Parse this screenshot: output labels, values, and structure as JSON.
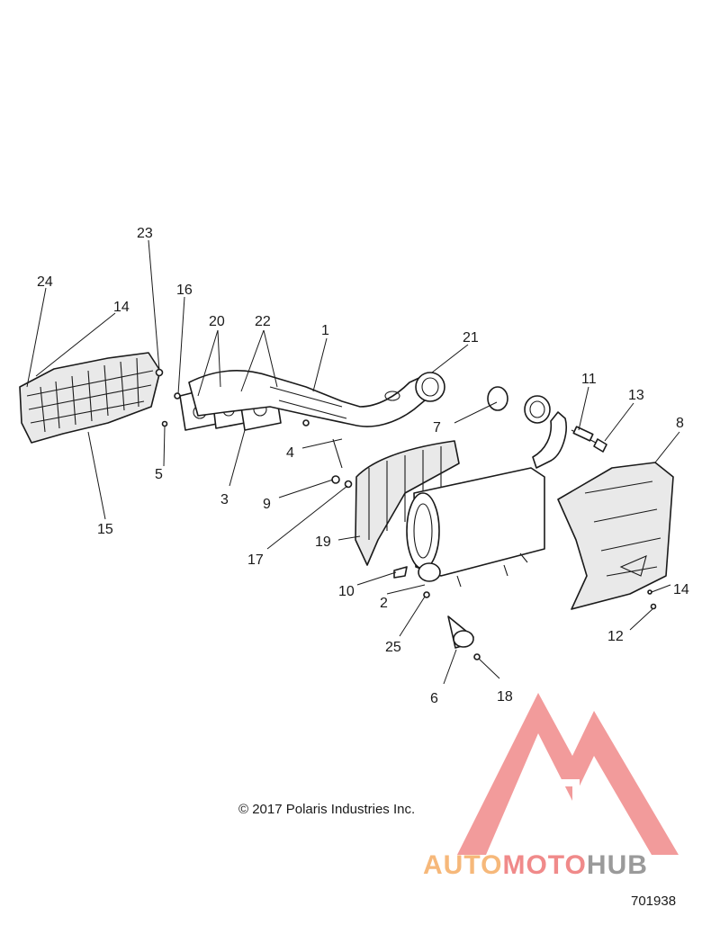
{
  "diagram": {
    "callouts": [
      {
        "id": "c1",
        "label": "1"
      },
      {
        "id": "c2",
        "label": "2"
      },
      {
        "id": "c3",
        "label": "3"
      },
      {
        "id": "c4",
        "label": "4"
      },
      {
        "id": "c5",
        "label": "5"
      },
      {
        "id": "c6",
        "label": "6"
      },
      {
        "id": "c7",
        "label": "7"
      },
      {
        "id": "c8",
        "label": "8"
      },
      {
        "id": "c9",
        "label": "9"
      },
      {
        "id": "c10",
        "label": "10"
      },
      {
        "id": "c11",
        "label": "11"
      },
      {
        "id": "c12",
        "label": "12"
      },
      {
        "id": "c13",
        "label": "13"
      },
      {
        "id": "c14a",
        "label": "14"
      },
      {
        "id": "c14b",
        "label": "14"
      },
      {
        "id": "c15",
        "label": "15"
      },
      {
        "id": "c16",
        "label": "16"
      },
      {
        "id": "c17",
        "label": "17"
      },
      {
        "id": "c18",
        "label": "18"
      },
      {
        "id": "c19",
        "label": "19"
      },
      {
        "id": "c20",
        "label": "20"
      },
      {
        "id": "c21",
        "label": "21"
      },
      {
        "id": "c22",
        "label": "22"
      },
      {
        "id": "c23",
        "label": "23"
      },
      {
        "id": "c24",
        "label": "24"
      },
      {
        "id": "c25",
        "label": "25"
      }
    ],
    "copyright": "© 2017 Polaris Industries Inc.",
    "diagram_number": "701938"
  },
  "watermark": {
    "brand_part1": "AUTO",
    "brand_part2": "MOTO",
    "brand_part3": "HUB",
    "colors": {
      "logo": "#f08a8a",
      "auto": "#f6b87a",
      "moto": "#f08a8a",
      "hub": "#9a9a9a"
    }
  }
}
